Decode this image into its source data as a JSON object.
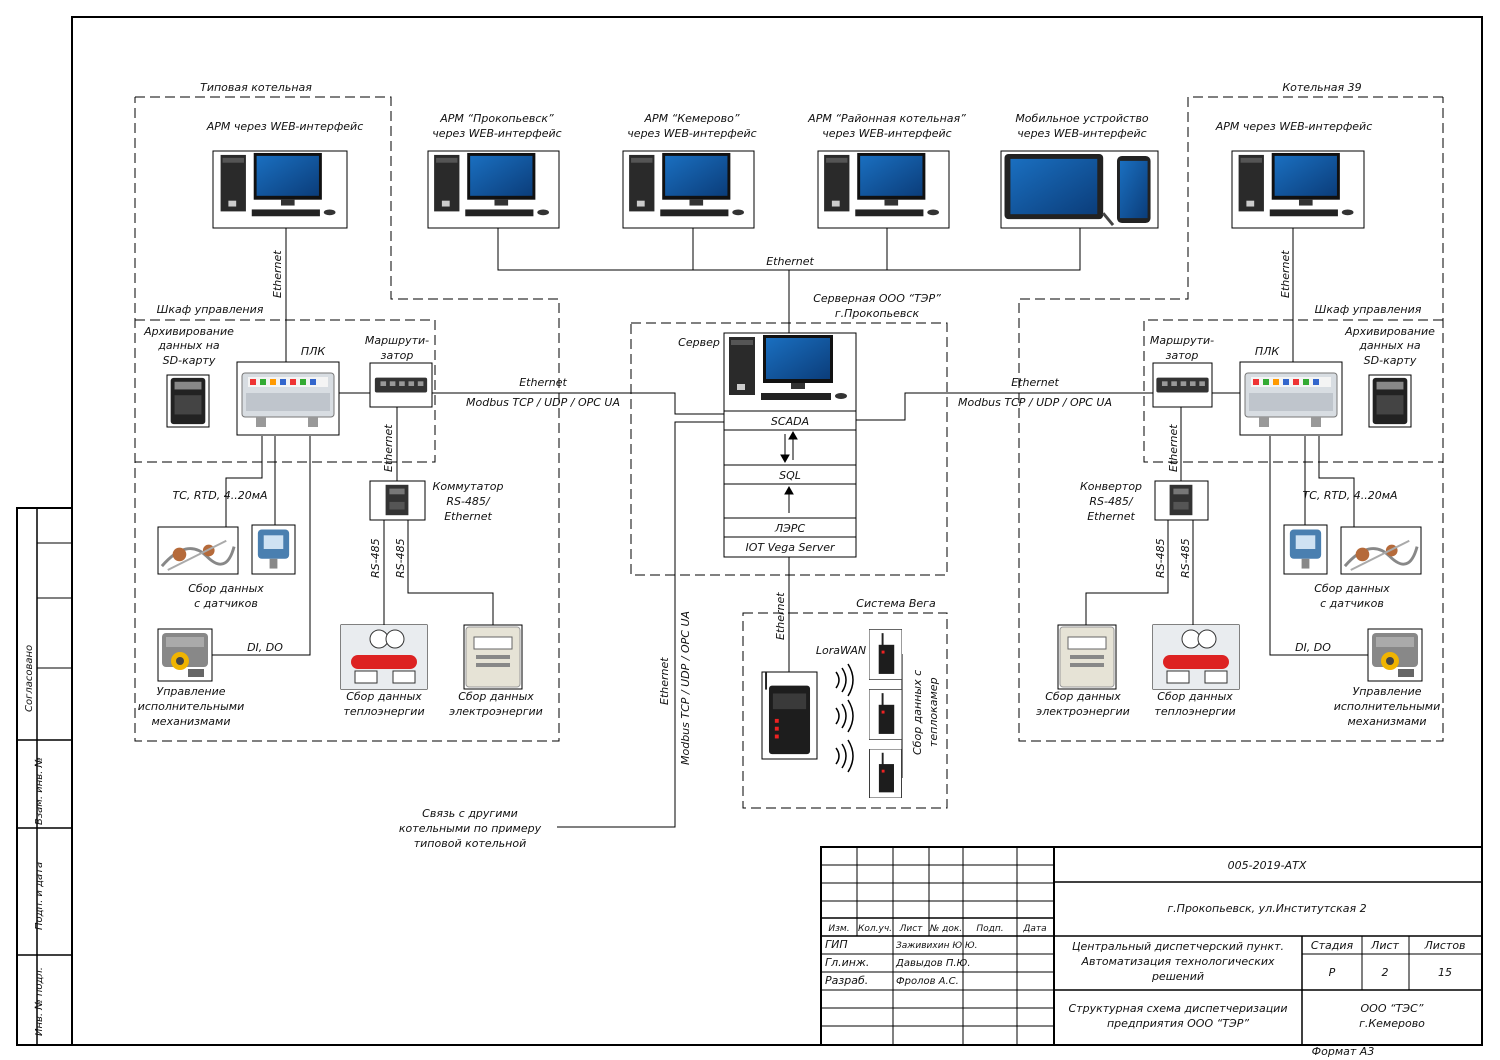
{
  "zones": {
    "left_boiler": "Типовая котельная",
    "right_boiler": "Котельная 39",
    "server_room_l1": "Серверная ООО “ТЭР”",
    "server_room_l2": "г.Прокопьевск",
    "vega_system": "Система Вега"
  },
  "workstations": {
    "left_arm": "АРМ через WEB-интерфейс",
    "prokop_l1": "АРМ “Прокопьевск”",
    "prokop_l2": "через WEB-интерфейс",
    "kemerovo_l1": "АРМ “Кемерово”",
    "kemerovo_l2": "через WEB-интерфейс",
    "district_l1": "АРМ “Районная котельная”",
    "district_l2": "через WEB-интерфейс",
    "mobile_l1": "Мобильное устройство",
    "mobile_l2": "через WEB-интерфейс",
    "right_arm": "АРМ через WEB-интерфейс"
  },
  "links": {
    "ethernet": "Ethernet",
    "protocols": "Modbus TCP / UDP / OPC UA",
    "rs485": "RS-485",
    "lorawan": "LoraWAN"
  },
  "left": {
    "cabinet": "Шкаф управления",
    "archive_l1": "Архивирование",
    "archive_l2": "данных на",
    "archive_l3": "SD-карту",
    "plc": "ПЛК",
    "router_l1": "Маршрути-",
    "router_l2": "затор",
    "switch_l1": "Коммутатор",
    "switch_l2": "RS-485/",
    "switch_l3": "Ethernet",
    "sensor_types": "TC, RTD, 4..20мА",
    "sensors_l1": "Сбор данных",
    "sensors_l2": "с датчиков",
    "dido": "DI, DO",
    "actuators_l1": "Управление",
    "actuators_l2": "исполнительными",
    "actuators_l3": "механизмами",
    "heat_l1": "Сбор данных",
    "heat_l2": "теплоэнергии",
    "power_l1": "Сбор данных",
    "power_l2": "электроэнергии"
  },
  "right": {
    "cabinet": "Шкаф управления",
    "archive_l1": "Архивирование",
    "archive_l2": "данных на",
    "archive_l3": "SD-карту",
    "plc": "ПЛК",
    "router_l1": "Маршрути-",
    "router_l2": "затор",
    "converter_l1": "Конвертор",
    "converter_l2": "RS-485/",
    "converter_l3": "Ethernet",
    "sensor_types": "TC, RTD, 4..20мА",
    "sensors_l1": "Сбор данных",
    "sensors_l2": "с датчиков",
    "dido": "DI, DO",
    "actuators_l1": "Управление",
    "actuators_l2": "исполнительными",
    "actuators_l3": "механизмами",
    "heat_l1": "Сбор данных",
    "heat_l2": "теплоэнергии",
    "power_l1": "Сбор данных",
    "power_l2": "электроэнергии"
  },
  "server": {
    "label": "Сервер",
    "scada": "SCADA",
    "sql": "SQL",
    "lzrs": "ЛЭРС",
    "iot": "IOT Vega Server"
  },
  "vega": {
    "collectors_l1": "Сбор данных с",
    "collectors_l2": "теплокамер"
  },
  "other_boilers": {
    "l1": "Связь с другими",
    "l2": "котельными по примеру",
    "l3": "типовой котельной"
  },
  "side_stamp": {
    "agreed": "Согласовано",
    "replace_inv": "Взам. инв. №",
    "sign_date": "Подп. и дата",
    "inv_orig": "Инв. № подл."
  },
  "title_block": {
    "doc_code": "005-2019-АТХ",
    "address": "г.Прокопьевск, ул.Институтская 2",
    "project_l1": "Центральный диспетчерский пункт.",
    "project_l2": "Автоматизация технологических",
    "project_l3": "решений",
    "sheet_title_l1": "Структурная схема диспетчеризации",
    "sheet_title_l2": "предприятия ООО “ТЭР”",
    "company_l1": "ООО “ТЭС”",
    "company_l2": "г.Кемерово",
    "col_izm": "Изм.",
    "col_kol": "Кол.уч.",
    "col_list": "Лист",
    "col_ndok": "№ док.",
    "col_podp": "Подп.",
    "col_data": "Дата",
    "stage_h": "Стадия",
    "sheet_h": "Лист",
    "sheets_h": "Листов",
    "stage": "Р",
    "sheet": "2",
    "sheets": "15",
    "role_gip": "ГИП",
    "name_gip": "Заживихин Ю.Ю.",
    "role_glinzh": "Гл.инж.",
    "name_glinzh": "Давыдов П.Ю.",
    "role_razrab": "Разраб.",
    "name_razrab": "Фролов А.С.",
    "format": "Формат А3"
  }
}
